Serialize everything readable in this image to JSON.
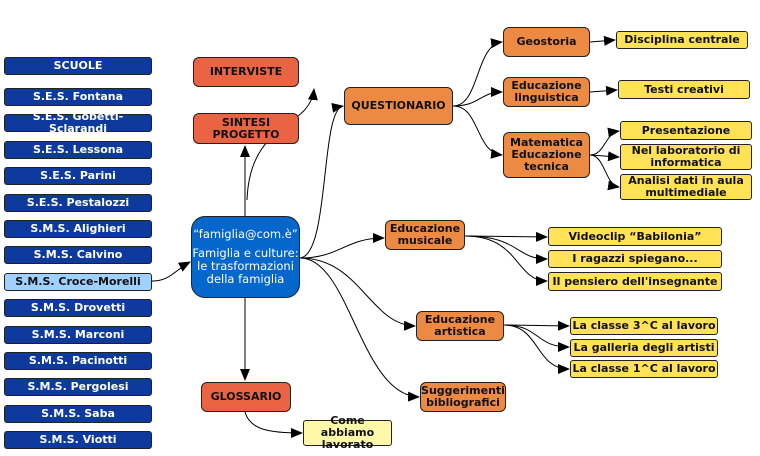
{
  "schools": {
    "header": "SCUOLE",
    "items": [
      "S.E.S. Fontana",
      "S.E.S. Gobetti-Sclarandi",
      "S.E.S. Lessona",
      "S.E.S. Parini",
      "S.E.S. Pestalozzi",
      "S.M.S. Alighieri",
      "S.M.S. Calvino",
      "S.M.S. Croce-Morelli",
      "S.M.S. Drovetti",
      "S.M.S.  Marconi",
      "S.M.S. Pacinotti",
      "S.M.S.  Pergolesi",
      "S.M.S. Saba",
      "S.M.S.  Viotti"
    ],
    "active_index": 7
  },
  "center": {
    "title": "“famiglia@com.è”",
    "subtitle": "Famiglia e culture: le trasformazioni della famiglia"
  },
  "nodes": {
    "interviste": "INTERVISTE",
    "sintesi": "SINTESI PROGETTO",
    "glossario": "GLOSSARIO",
    "come": "Come abbiamo lavorato",
    "questionario": "QUESTIONARIO",
    "geostoria": "Geostoria",
    "linguistica": "Educazione linguistica",
    "matematica": "Matematica Educazione tecnica",
    "disciplina": "Disciplina centrale",
    "testi": "Testi creativi",
    "presentazione": "Presentazione",
    "laboratorio": "Nel laboratorio di informatica",
    "analisi": "Analisi dati in aula multimediale",
    "musicale": "Educazione musicale",
    "videoclip": "Videoclip “Babilonia”",
    "ragazzi": "I ragazzi spiegano...",
    "pensiero": "Il pensiero dell'insegnante",
    "artistica": "Educazione artistica",
    "classe3": "La classe 3^C al lavoro",
    "galleria": "La galleria degli artisti",
    "classe1": "La classe 1^C al lavoro",
    "suggerimenti": "Suggerimenti bibliografici"
  },
  "colors": {
    "school": "#0d3a9c",
    "school_active": "#9fd0ff",
    "center": "#0566cc",
    "red": "#ea6342",
    "orange": "#ec8a44",
    "yellow": "#ffe255",
    "pale_yellow": "#fff8aa"
  }
}
